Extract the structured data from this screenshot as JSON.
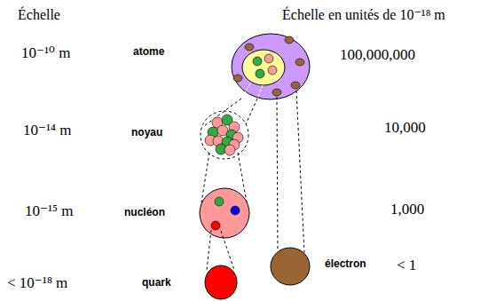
{
  "diagram": {
    "labels": [
      "Échelle",
      "Échelle en unités de 10⁻¹⁸ m",
      "10⁻¹⁰ m",
      "atome",
      "100,000,000",
      "10⁻¹⁴ m",
      "noyau",
      "10,000",
      "10⁻¹⁵ m",
      "nucléon",
      "1,000",
      "< 10⁻¹⁸ m",
      "quark",
      "électron",
      "< 1"
    ]
  }
}
